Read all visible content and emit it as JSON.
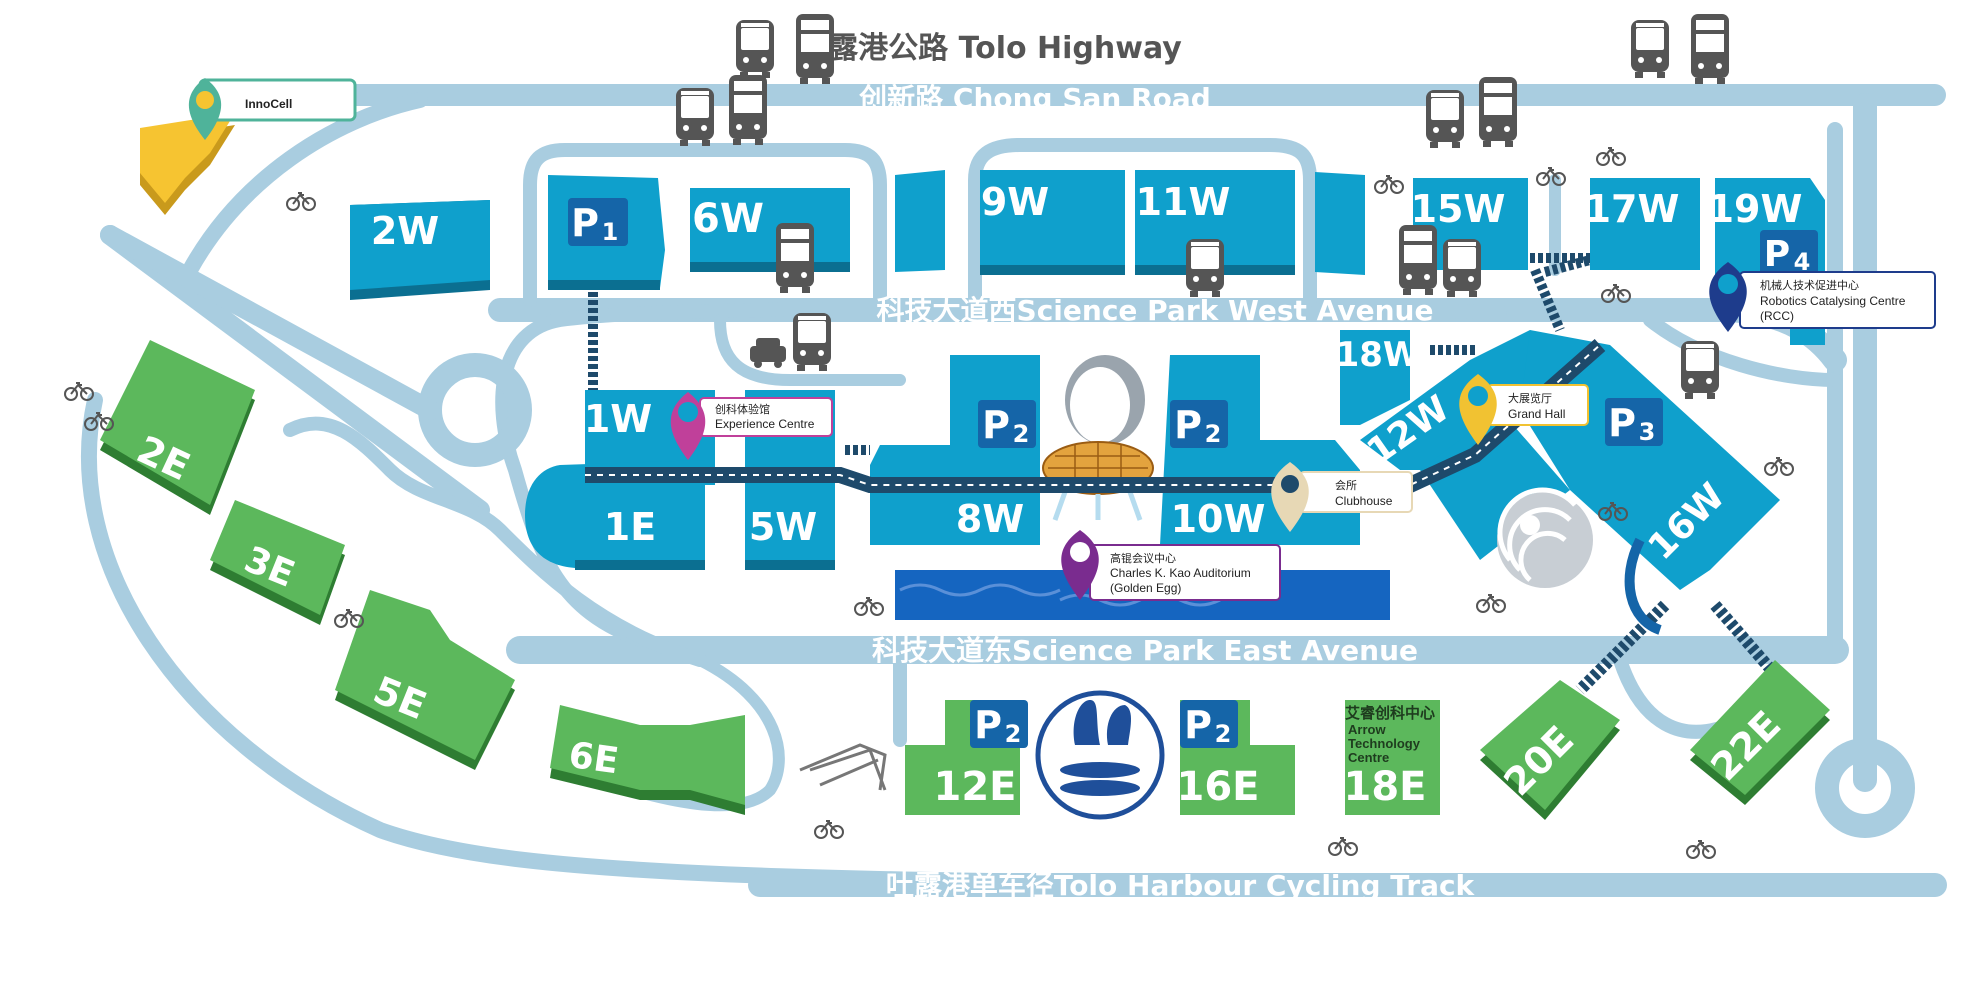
{
  "title": "吐露港公路 Tolo Highway",
  "roads": {
    "chong_san": "创新路 Chong San Road",
    "west_avenue": "科技大道西Science Park West Avenue",
    "east_avenue": "科技大道东Science Park East Avenue",
    "cycling_track": "吐露港单车径Tolo Harbour Cycling Track"
  },
  "buildings_west": {
    "b2w": "2W",
    "b6w": "6W",
    "b9w": "9W",
    "b11w": "11W",
    "b15w": "15W",
    "b17w": "17W",
    "b19w": "19W",
    "b18w": "18W",
    "b12w": "12W",
    "b1w": "1W",
    "b1e": "1E",
    "b5w": "5W",
    "b8w": "8W",
    "b10w": "10W",
    "b16w": "16W"
  },
  "buildings_east": {
    "b2e": "2E",
    "b3e": "3E",
    "b5e": "5E",
    "b6e": "6E",
    "b12e": "12E",
    "b16e": "16E",
    "b18e": "18E",
    "b20e": "20E",
    "b22e": "22E"
  },
  "parking": {
    "p1": "P",
    "p1_num": "1",
    "p2": "P",
    "p2_num": "2",
    "p3": "P",
    "p3_num": "3",
    "p4": "P",
    "p4_num": "4"
  },
  "pins": {
    "innocell": "InnoCell",
    "experience_cn": "创科体验馆",
    "experience_en": "Experience Centre",
    "auditorium_cn": "高锟会议中心",
    "auditorium_en1": "Charles K. Kao Auditorium",
    "auditorium_en2": "(Golden Egg)",
    "clubhouse_cn": "会所",
    "clubhouse_en": "Clubhouse",
    "grandhall_cn": "大展览厅",
    "grandhall_en": "Grand Hall",
    "rcc_cn": "机械人技术促进中心",
    "rcc_en1": "Robotics Catalysing Centre",
    "rcc_en2": "(RCC)"
  },
  "arrow_centre": {
    "cn": "艾睿创科中心",
    "en1": "Arrow",
    "en2": "Technology",
    "en3": "Centre"
  },
  "colors": {
    "road": "#a9cde0",
    "west_building": "#0fa0cc",
    "west_building_shadow": "#0b6f91",
    "east_building": "#5cb85c",
    "east_building_shadow": "#2e7d32",
    "parking_badge": "#1565a8",
    "walkway": "#1e4a6b",
    "innocell_yellow": "#f6c431",
    "pin_teal": "#4fb39a",
    "pin_magenta": "#c0409a",
    "pin_purple": "#7a2c8f",
    "pin_beige": "#e7d8b5",
    "pin_gold": "#f1c232",
    "pin_navy": "#1e3c8c",
    "water": "#1565c0"
  }
}
